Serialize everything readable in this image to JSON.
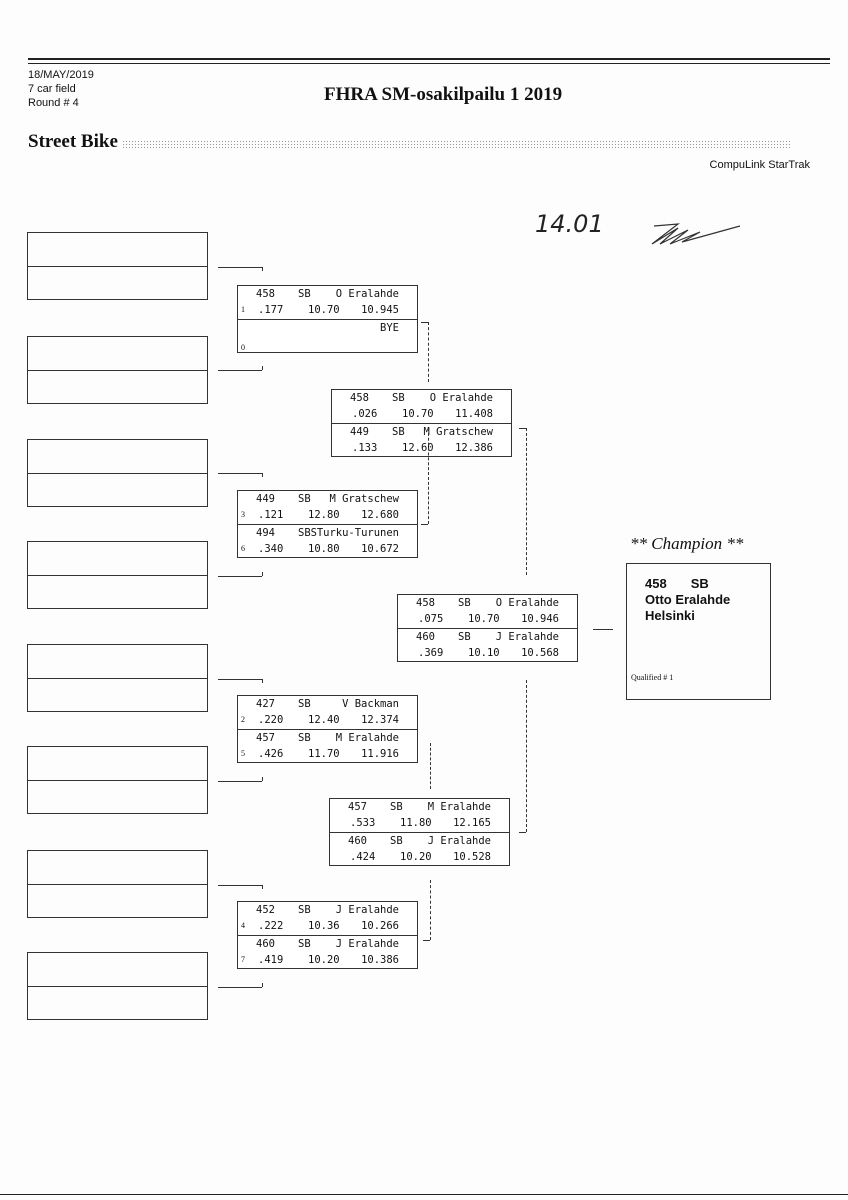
{
  "header": {
    "date": "18/MAY/2019",
    "field": "7 car field",
    "round": "Round # 4",
    "title": "FHRA SM-osakilpailu 1 2019",
    "class_name": "Street Bike",
    "software": "CompuLink StarTrak"
  },
  "handwritten": {
    "note": "14.01",
    "signature": "Pza"
  },
  "matches": [
    {
      "id": "r1m1",
      "top": [
        {
          "num": "458",
          "cls": "SB",
          "name": "O Eralahde",
          "seed": "1",
          "rt": ".177",
          "dial": "10.70",
          "et": "10.945"
        }
      ],
      "bottom": [
        {
          "num": "",
          "cls": "",
          "name": "BYE",
          "seed": "0",
          "rt": "",
          "dial": "",
          "et": ""
        }
      ]
    },
    {
      "id": "r1m2",
      "top": [
        {
          "num": "449",
          "cls": "SB",
          "name": "M Gratschew",
          "seed": "3",
          "rt": ".121",
          "dial": "12.80",
          "et": "12.680"
        }
      ],
      "bottom": [
        {
          "num": "494",
          "cls": "SBS",
          "name": "Turku-Turunen",
          "seed": "6",
          "rt": ".340",
          "dial": "10.80",
          "et": "10.672"
        }
      ]
    },
    {
      "id": "r1m3",
      "top": [
        {
          "num": "427",
          "cls": "SB",
          "name": "V Backman",
          "seed": "2",
          "rt": ".220",
          "dial": "12.40",
          "et": "12.374"
        }
      ],
      "bottom": [
        {
          "num": "457",
          "cls": "SB",
          "name": "M Eralahde",
          "seed": "5",
          "rt": ".426",
          "dial": "11.70",
          "et": "11.916"
        }
      ]
    },
    {
      "id": "r1m4",
      "top": [
        {
          "num": "452",
          "cls": "SB",
          "name": "J Eralahde",
          "seed": "4",
          "rt": ".222",
          "dial": "10.36",
          "et": "10.266"
        }
      ],
      "bottom": [
        {
          "num": "460",
          "cls": "SB",
          "name": "J Eralahde",
          "seed": "7",
          "rt": ".419",
          "dial": "10.20",
          "et": "10.386"
        }
      ]
    },
    {
      "id": "r2m1",
      "top": [
        {
          "num": "458",
          "cls": "SB",
          "name": "O Eralahde",
          "seed": "",
          "rt": ".026",
          "dial": "10.70",
          "et": "11.408"
        }
      ],
      "bottom": [
        {
          "num": "449",
          "cls": "SB",
          "name": "M Gratschew",
          "seed": "",
          "rt": ".133",
          "dial": "12.60",
          "et": "12.386"
        }
      ]
    },
    {
      "id": "r2m2",
      "top": [
        {
          "num": "457",
          "cls": "SB",
          "name": "M Eralahde",
          "seed": "",
          "rt": ".533",
          "dial": "11.80",
          "et": "12.165"
        }
      ],
      "bottom": [
        {
          "num": "460",
          "cls": "SB",
          "name": "J Eralahde",
          "seed": "",
          "rt": ".424",
          "dial": "10.20",
          "et": "10.528"
        }
      ]
    },
    {
      "id": "final",
      "top": [
        {
          "num": "458",
          "cls": "SB",
          "name": "O Eralahde",
          "seed": "",
          "rt": ".075",
          "dial": "10.70",
          "et": "10.946"
        }
      ],
      "bottom": [
        {
          "num": "460",
          "cls": "SB",
          "name": "J Eralahde",
          "seed": "",
          "rt": ".369",
          "dial": "10.10",
          "et": "10.568"
        }
      ]
    }
  ],
  "champion": {
    "label": "** Champion **",
    "num": "458",
    "cls": "SB",
    "name": "Otto Eralahde",
    "city": "Helsinki",
    "qualified": "Qualified # 1"
  }
}
